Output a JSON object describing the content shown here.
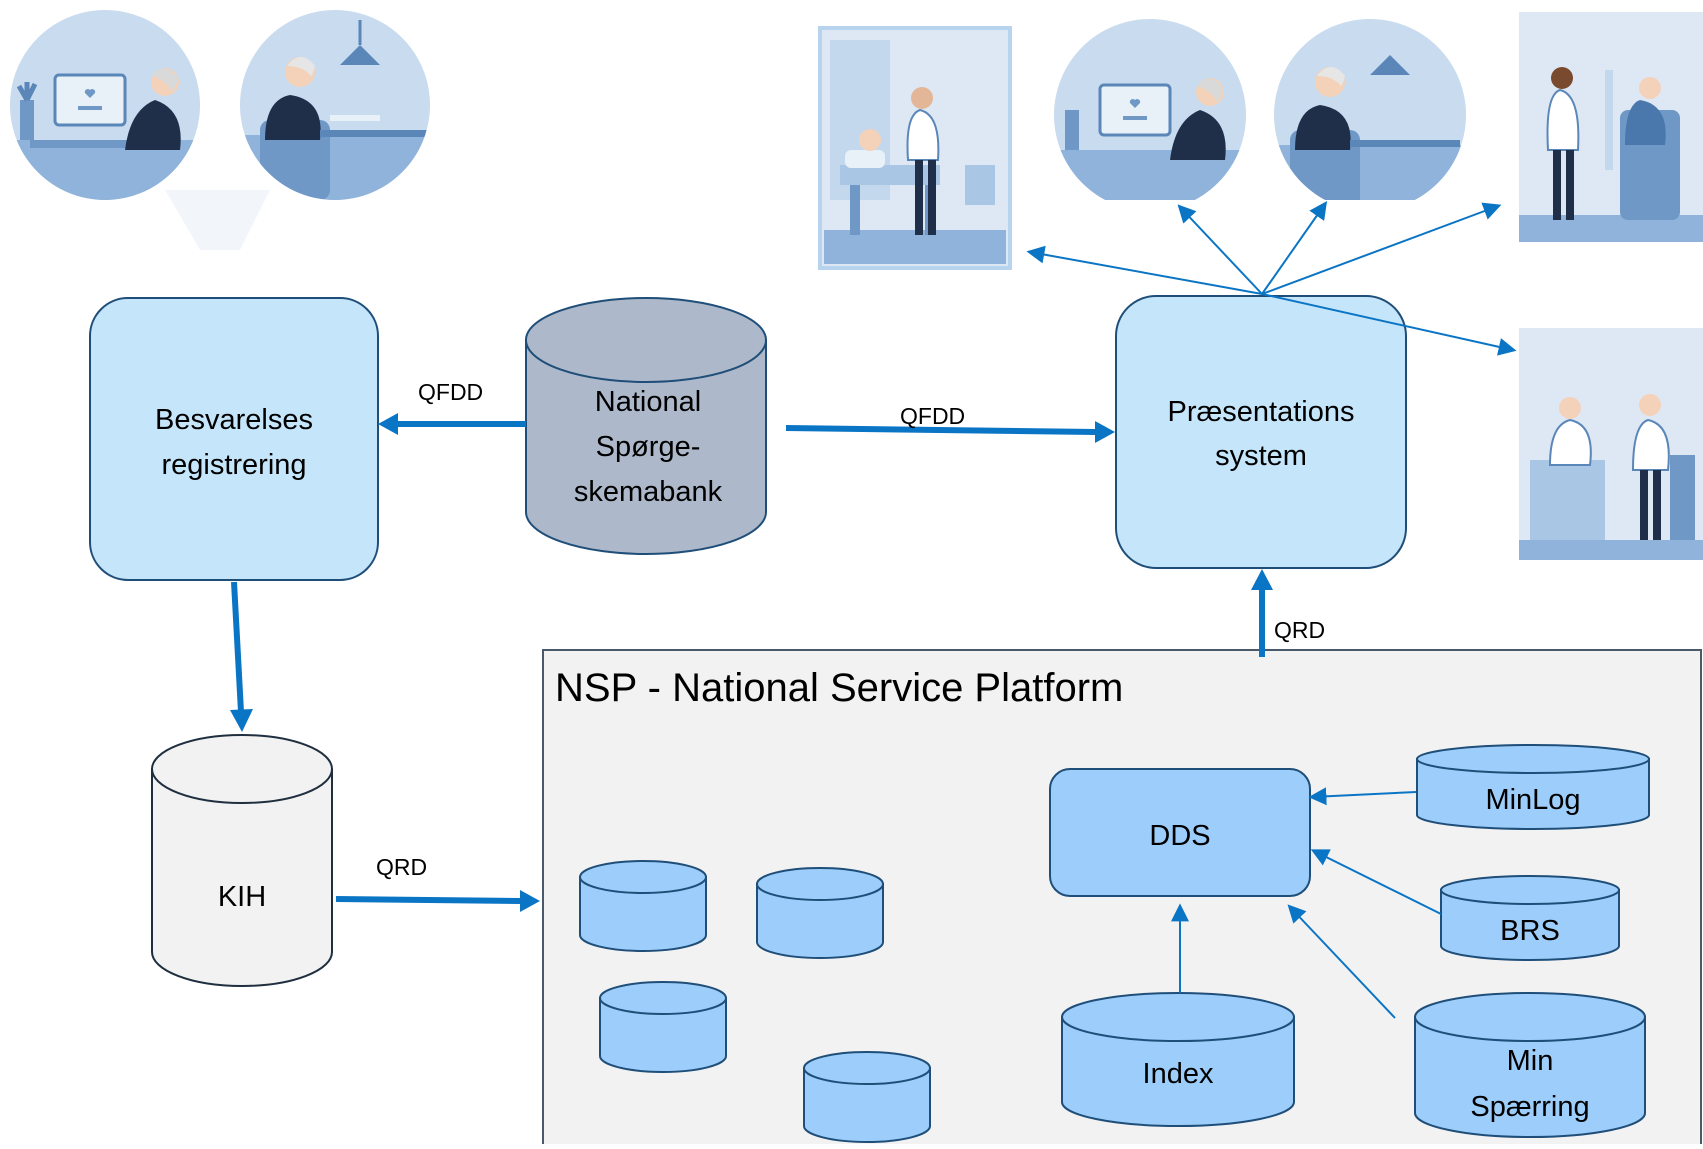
{
  "boxes": {
    "besvarelse": {
      "line1": "Besvarelses",
      "line2": "registrering"
    },
    "praesentation": {
      "line1": "Præsentations",
      "line2": "system"
    },
    "dds": "DDS"
  },
  "databases": {
    "national": {
      "line1": "National",
      "line2": "Spørge-",
      "line3": "skemabank"
    },
    "kih": "KIH",
    "minlog": "MinLog",
    "brs": "BRS",
    "index": "Index",
    "minspaerring": {
      "line1": "Min",
      "line2": "Spærring"
    }
  },
  "nsp": {
    "title": "NSP - National Service Platform"
  },
  "edge_labels": {
    "qfdd_left": "QFDD",
    "qfdd_right": "QFDD",
    "qrd_kih": "QRD",
    "qrd_nsp": "QRD"
  },
  "colors": {
    "box_fill": "#c5e5fb",
    "box_stroke": "#1f4e79",
    "db_fill": "#9dcdfa",
    "db_grey": "#adb9ca",
    "kih_fill": "#f2f2f2",
    "arrow": "#0b75c5",
    "nsp_fill": "#f2f2f2"
  },
  "illustrations": [
    "patient-at-computer-icon",
    "patient-writing-icon",
    "nurse-bedside-icon",
    "patient-at-computer-icon",
    "patient-writing-icon",
    "doctor-with-patient-icon",
    "doctor-consultation-icon"
  ]
}
